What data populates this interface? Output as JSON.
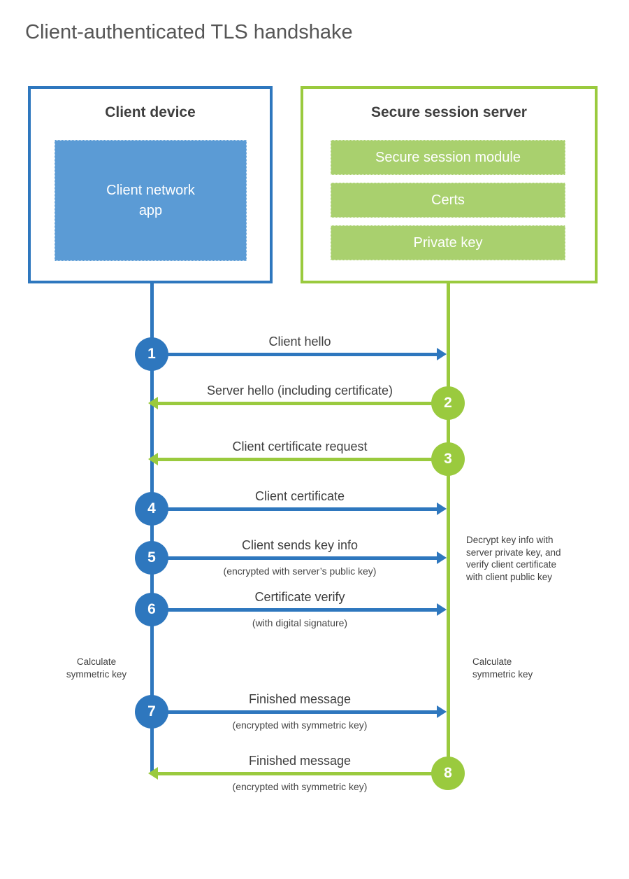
{
  "title": "Client-authenticated TLS handshake",
  "client_box": {
    "title": "Client device",
    "app_label": "Client network\napp"
  },
  "server_box": {
    "title": "Secure session server",
    "modules": [
      "Secure session module",
      "Certs",
      "Private key"
    ]
  },
  "steps": [
    {
      "num": "1",
      "direction": "client-to-server",
      "label": "Client hello",
      "sub": ""
    },
    {
      "num": "2",
      "direction": "server-to-client",
      "label": "Server hello (including certificate)",
      "sub": ""
    },
    {
      "num": "3",
      "direction": "server-to-client",
      "label": "Client certificate request",
      "sub": ""
    },
    {
      "num": "4",
      "direction": "client-to-server",
      "label": "Client certificate",
      "sub": ""
    },
    {
      "num": "5",
      "direction": "client-to-server",
      "label": "Client sends key info",
      "sub": "(encrypted with server’s public key)"
    },
    {
      "num": "6",
      "direction": "client-to-server",
      "label": "Certificate verify",
      "sub": "(with digital signature)"
    },
    {
      "num": "7",
      "direction": "client-to-server",
      "label": "Finished message",
      "sub": "(encrypted with symmetric key)"
    },
    {
      "num": "8",
      "direction": "server-to-client",
      "label": "Finished message",
      "sub": "(encrypted with symmetric key)"
    }
  ],
  "notes": {
    "decrypt": "Decrypt key info with\nserver private key, and\nverify client certificate\nwith client public key",
    "calc_left": "Calculate\nsymmetric key",
    "calc_right": "Calculate\nsymmetric key"
  },
  "colors": {
    "blue_accent": "#2e77be",
    "blue_fill": "#5b9bd5",
    "green_accent": "#9aca3e",
    "green_fill": "#a9d06e",
    "dark_text": "#3e3e3e",
    "title_gray": "#565656"
  }
}
